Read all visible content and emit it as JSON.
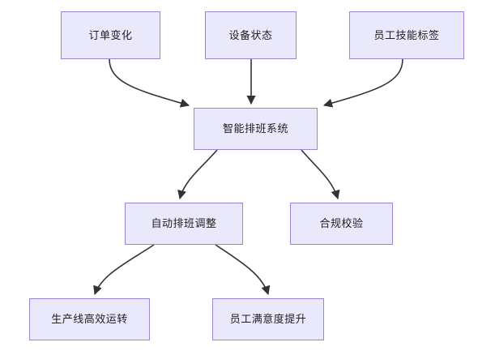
{
  "diagram": {
    "type": "flowchart",
    "direction": "top-down",
    "background_color": "#ffffff",
    "node_fill_color": "#e9e9fb",
    "node_border_color": "#9c82d9",
    "edge_color": "#333333",
    "text_color": "#1f1f1f",
    "nodes": [
      {
        "id": "order-change",
        "label": "订单变化",
        "row": "inputs"
      },
      {
        "id": "device-status",
        "label": "设备状态",
        "row": "inputs"
      },
      {
        "id": "skill-tag",
        "label": "员工技能标签",
        "row": "inputs"
      },
      {
        "id": "scheduling-sys",
        "label": "智能排班系统",
        "row": "system"
      },
      {
        "id": "auto-adjust",
        "label": "自动排班调整",
        "row": "outputs"
      },
      {
        "id": "compliance",
        "label": "合规校验",
        "row": "outputs"
      },
      {
        "id": "line-efficiency",
        "label": "生产线高效运转",
        "row": "results"
      },
      {
        "id": "satisfaction",
        "label": "员工满意度提升",
        "row": "results"
      }
    ],
    "edges": [
      {
        "from": "order-change",
        "to": "scheduling-sys",
        "arrow": "end"
      },
      {
        "from": "device-status",
        "to": "scheduling-sys",
        "arrow": "end"
      },
      {
        "from": "skill-tag",
        "to": "scheduling-sys",
        "arrow": "end"
      },
      {
        "from": "scheduling-sys",
        "to": "auto-adjust",
        "arrow": "end"
      },
      {
        "from": "scheduling-sys",
        "to": "compliance",
        "arrow": "end"
      },
      {
        "from": "auto-adjust",
        "to": "line-efficiency",
        "arrow": "end"
      },
      {
        "from": "auto-adjust",
        "to": "satisfaction",
        "arrow": "end"
      }
    ]
  }
}
